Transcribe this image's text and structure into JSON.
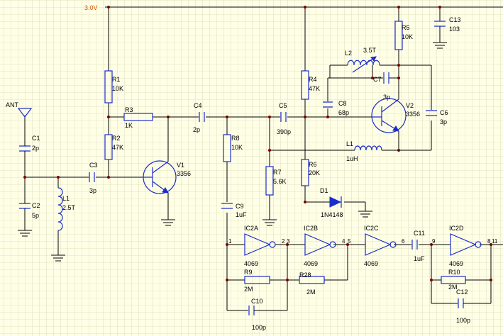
{
  "power": {
    "label": "3.0V"
  },
  "antenna": {
    "label": "ANT"
  },
  "components": {
    "C1": {
      "ref": "C1",
      "value": "2p"
    },
    "C2": {
      "ref": "C2",
      "value": "5p"
    },
    "L1a": {
      "ref": "L1",
      "value": "2.5T"
    },
    "C3": {
      "ref": "C3",
      "value": "3p"
    },
    "R1": {
      "ref": "R1",
      "value": "10K"
    },
    "R2": {
      "ref": "R2",
      "value": "47K"
    },
    "R3": {
      "ref": "R3",
      "value": "1K"
    },
    "V1": {
      "ref": "V1",
      "value": "3356"
    },
    "C4": {
      "ref": "C4",
      "value": "2p"
    },
    "R8": {
      "ref": "R8",
      "value": "10K"
    },
    "C9": {
      "ref": "C9",
      "value": "1uF"
    },
    "C5": {
      "ref": "C5",
      "value": "390p"
    },
    "R7": {
      "ref": "R7",
      "value": "5.6K"
    },
    "R4": {
      "ref": "R4",
      "value": "47K"
    },
    "R6": {
      "ref": "R6",
      "value": "20K"
    },
    "D1": {
      "ref": "D1",
      "value": "1N4148"
    },
    "C8": {
      "ref": "C8",
      "value": "68p"
    },
    "L2": {
      "ref": "L2",
      "value": "3.5T"
    },
    "C7": {
      "ref": "C7",
      "value": "3p"
    },
    "V2": {
      "ref": "V2",
      "value": "3356"
    },
    "C6": {
      "ref": "C6",
      "value": "3p"
    },
    "L1b": {
      "ref": "L1",
      "value": "1uH"
    },
    "R5": {
      "ref": "R5",
      "value": "10K"
    },
    "C13": {
      "ref": "C13",
      "value": "103"
    },
    "IC2A": {
      "ref": "IC2A",
      "value": "4069"
    },
    "IC2B": {
      "ref": "IC2B",
      "value": "4069"
    },
    "IC2C": {
      "ref": "IC2C",
      "value": "4069"
    },
    "IC2D": {
      "ref": "IC2D",
      "value": "4069"
    },
    "R9": {
      "ref": "R9",
      "value": "2M"
    },
    "R28": {
      "ref": "R28",
      "value": "2M"
    },
    "C10": {
      "ref": "C10",
      "value": "100p"
    },
    "C11": {
      "ref": "C11",
      "value": "1uF"
    },
    "R10": {
      "ref": "R10",
      "value": "2M"
    },
    "C12": {
      "ref": "C12",
      "value": "100p"
    }
  },
  "pins": {
    "p1": "1",
    "p2": "2",
    "p3": "3",
    "p4": "4",
    "p5": "5",
    "p6": "6",
    "p9": "9",
    "p8": "8",
    "p11": "11"
  }
}
